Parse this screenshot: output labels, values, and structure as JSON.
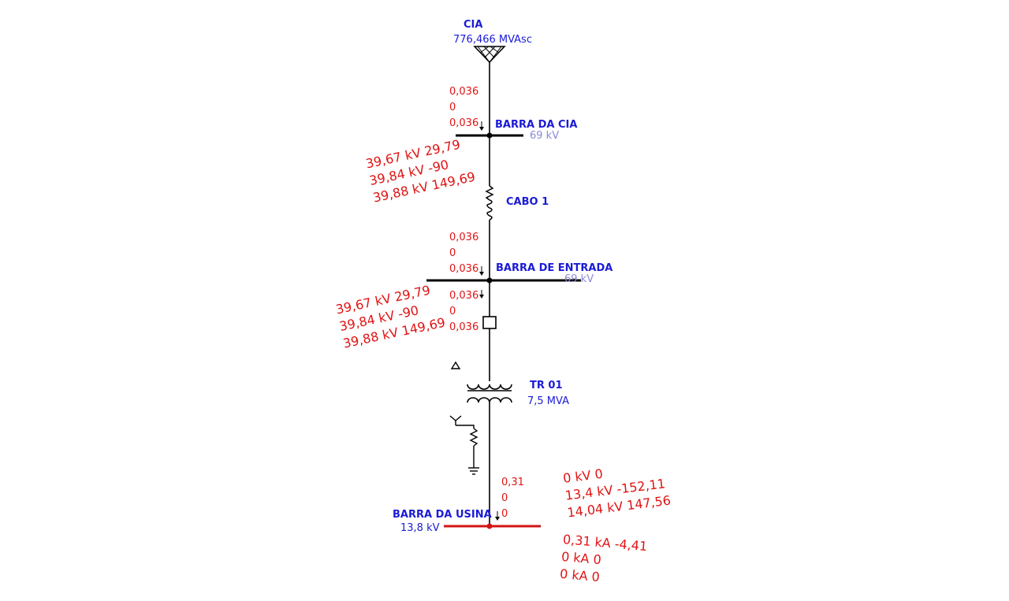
{
  "source": {
    "name": "CIA",
    "rating": "776,466 MVAsc"
  },
  "barra_cia": {
    "name": "BARRA DA CIA",
    "kv": "69 kV",
    "currents": [
      "0,036",
      "0",
      "0,036"
    ],
    "voltages": [
      "39,67 kV 29,79",
      "39,84 kV -90",
      "39,88 kV 149,69"
    ]
  },
  "cabo": {
    "name": "CABO 1"
  },
  "barra_entrada": {
    "name": "BARRA DE ENTRADA",
    "kv": "69 kV",
    "currents_above": [
      "0,036",
      "0",
      "0,036"
    ],
    "currents_below": [
      "0,036",
      "0",
      "0,036"
    ],
    "voltages": [
      "39,67 kV 29,79",
      "39,84 kV -90",
      "39,88 kV 149,69"
    ]
  },
  "transformer": {
    "name": "TR 01",
    "rating": "7,5 MVA"
  },
  "barra_usina": {
    "name": "BARRA DA USINA",
    "kv": "13,8 kV",
    "currents": [
      "0,31",
      "0",
      "0"
    ],
    "voltages": [
      "0 kV 0",
      "13,4 kV -152,11",
      "14,04 kV 147,56"
    ],
    "fault_currents": [
      "0,31 kA -4,41",
      "0 kA 0",
      "0 kA 0"
    ]
  },
  "colors": {
    "line": "#000000",
    "label": "#1b1bd6",
    "result": "#e01414",
    "faulted_bus": "#d21414"
  }
}
